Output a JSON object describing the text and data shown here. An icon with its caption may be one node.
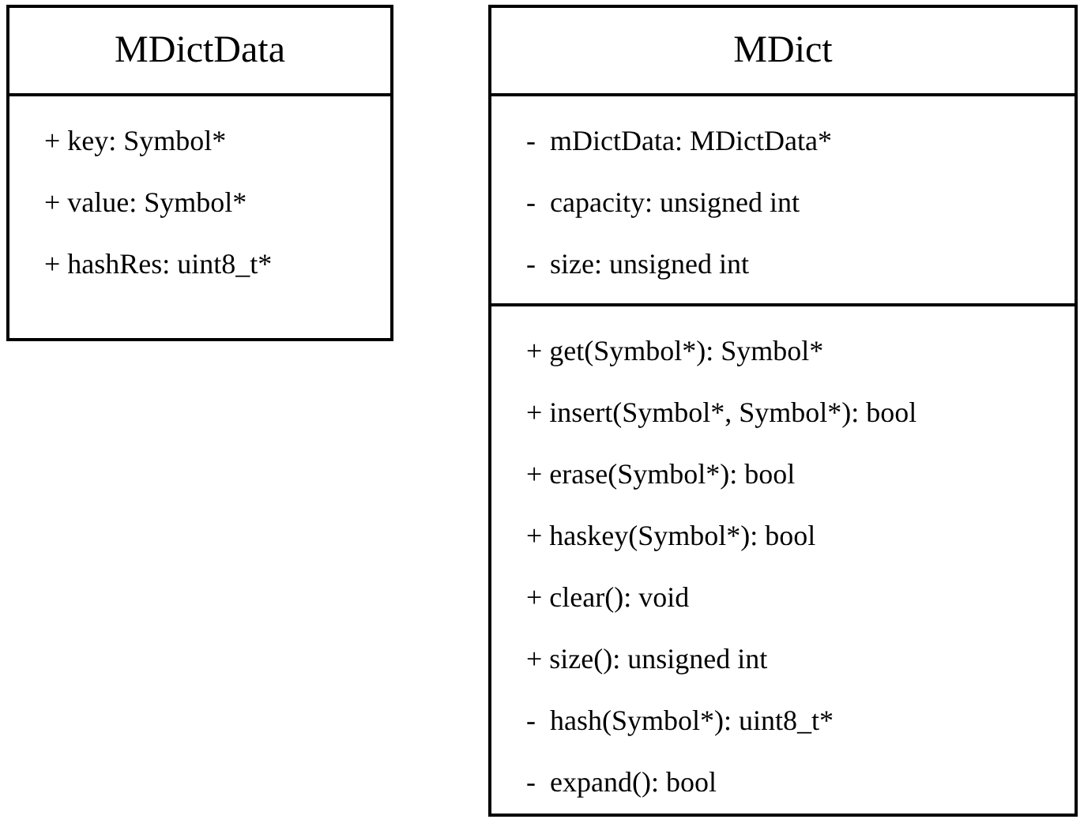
{
  "diagram": {
    "nodes": [
      {
        "text": [
          "MDictData"
        ]
      },
      {
        "text": [
          "+ key: Symbol*",
          "+ value: Symbol*",
          "+ hashRes: uint8_t*"
        ],
        "in": 0
      },
      {
        "text": [
          "MDict"
        ]
      },
      {
        "text": [
          "-  mDictData: MDictData*",
          "-  capacity: unsigned int",
          "-  size: unsigned int"
        ],
        "in": 2
      },
      {
        "text": [
          "+ get(Symbol*): Symbol*",
          "+ insert(Symbol*, Symbol*): bool",
          "+ erase(Symbol*): bool",
          "+ haskey(Symbol*): bool",
          "+ clear(): void",
          "+ size(): unsigned int",
          "-  hash(Symbol*): uint8_t*",
          "-  expand(): bool"
        ],
        "in": 2
      }
    ]
  }
}
